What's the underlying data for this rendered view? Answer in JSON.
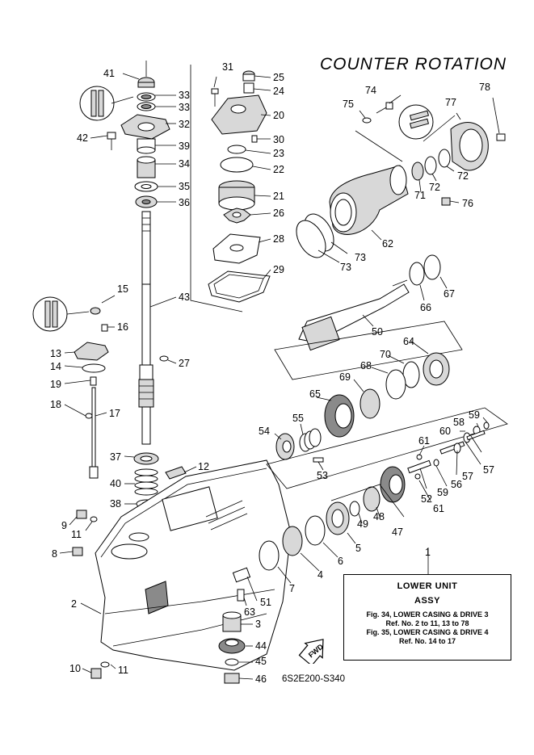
{
  "heading": "COUNTER ROTATION",
  "infobox": {
    "number": "1",
    "title": "LOWER UNIT",
    "subtitle": "ASSY",
    "lines": [
      "Fig. 34, LOWER CASING & DRIVE 3",
      "Ref. No. 2 to 11, 13 to 78",
      "Fig. 35, LOWER CASING & DRIVE 4",
      "Ref. No. 14 to 17"
    ]
  },
  "diagram_code": "6S2E200-S340",
  "fwd_label": "FWD",
  "callouts": {
    "c2": "2",
    "c3": "3",
    "c4": "4",
    "c5": "5",
    "c6": "6",
    "c7": "7",
    "c8": "8",
    "c9": "9",
    "c10": "10",
    "c11a": "11",
    "c11b": "11",
    "c12": "12",
    "c13": "13",
    "c14": "14",
    "c15": "15",
    "c16": "16",
    "c17": "17",
    "c18": "18",
    "c19": "19",
    "c20": "20",
    "c21": "21",
    "c22": "22",
    "c23": "23",
    "c24": "24",
    "c25": "25",
    "c26": "26",
    "c27": "27",
    "c28": "28",
    "c29": "29",
    "c30": "30",
    "c31": "31",
    "c32": "32",
    "c33a": "33",
    "c33b": "33",
    "c34": "34",
    "c35": "35",
    "c36": "36",
    "c37": "37",
    "c38": "38",
    "c39": "39",
    "c40": "40",
    "c41": "41",
    "c42": "42",
    "c43": "43",
    "c44": "44",
    "c45": "45",
    "c46": "46",
    "c47": "47",
    "c48": "48",
    "c49": "49",
    "c50": "50",
    "c51": "51",
    "c52": "52",
    "c53": "53",
    "c54": "54",
    "c55": "55",
    "c56": "56",
    "c57a": "57",
    "c57b": "57",
    "c58": "58",
    "c59a": "59",
    "c59b": "59",
    "c60": "60",
    "c61a": "61",
    "c61b": "61",
    "c62": "62",
    "c63": "63",
    "c64": "64",
    "c65": "65",
    "c66": "66",
    "c67": "67",
    "c68": "68",
    "c69": "69",
    "c70": "70",
    "c71": "71",
    "c72a": "72",
    "c72b": "72",
    "c73a": "73",
    "c73b": "73",
    "c74": "74",
    "c75": "75",
    "c76": "76",
    "c77": "77",
    "c78": "78"
  }
}
